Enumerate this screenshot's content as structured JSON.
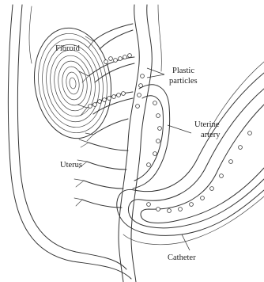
{
  "labels": {
    "fibroid": "Fibroid",
    "plastic_line1": "Plastic",
    "plastic_line2": "particles",
    "uterine_line1": "Uterine",
    "uterine_line2": "artery",
    "uterus": "Uterus",
    "catheter": "Catheter"
  },
  "colors": {
    "ink": "#333333",
    "background": "#ffffff"
  }
}
